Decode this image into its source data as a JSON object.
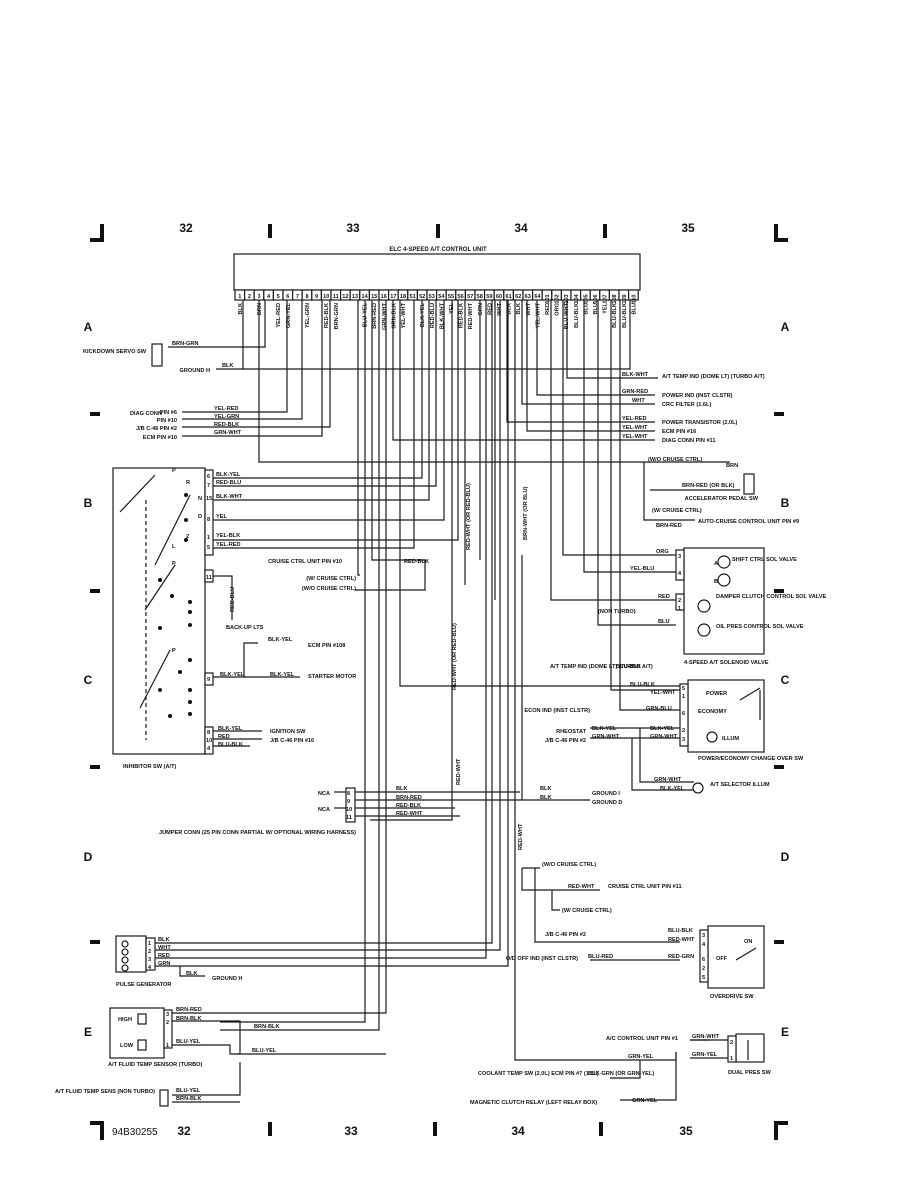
{
  "grid": {
    "columns": [
      "32",
      "33",
      "34",
      "35"
    ],
    "rows": [
      "A",
      "B",
      "C",
      "D",
      "E"
    ]
  },
  "figure_code": "94B30255",
  "control_unit": {
    "title": "ELC 4-SPEED A/T CONTROL UNIT",
    "pins": [
      "1",
      "2",
      "3",
      "4",
      "5",
      "6",
      "7",
      "8",
      "9",
      "10",
      "11",
      "12",
      "13",
      "14",
      "15",
      "16",
      "17",
      "18",
      "51",
      "52",
      "53",
      "54",
      "55",
      "56",
      "57",
      "58",
      "59",
      "60",
      "61",
      "62",
      "63",
      "64",
      "101",
      "102",
      "103",
      "104",
      "105",
      "106",
      "107",
      "108",
      "109",
      "110"
    ],
    "pin_wires": [
      "BLK",
      "",
      "BRN",
      "",
      "YEL-RED",
      "GRN-YEL",
      "",
      "YEL-GRN",
      "",
      "RED-BLK",
      "BRN-GRN",
      "",
      "",
      "BLU-YEL",
      "BRN-RED",
      "GRN-WHT",
      "GRN-BLK",
      "YEL-WHT",
      "",
      "BLK-YEL",
      "RED-BLU",
      "BLK-WHT",
      "YEL",
      "RED-BLK",
      "RED-WHT",
      "GRN",
      "RED",
      "WHT",
      "BLK",
      "BLK",
      "WHT",
      "YEL-WHT",
      "RED",
      "ORG",
      "BLU-WHT",
      "BLU-BLK",
      "BLU",
      "BLU",
      "YEL",
      "BLU-BLK",
      "BLU-BLK",
      "BLU"
    ]
  },
  "left_components": {
    "kickdown": "KICKDOWN SERVO SW",
    "kickdown_wire": "BRN-GRN",
    "ground_h": "GROUND H",
    "ground_h_wire": "BLK",
    "diag_conn": "DIAG CONN",
    "diag_pin6": "PIN #6",
    "diag_pin10": "PIN #10",
    "jb_pin2": "J/B C-46 PIN #2",
    "ecm_pin10": "ECM PIN #10",
    "diag_wires": [
      "YEL-RED",
      "YEL-GRN",
      "RED-BLK",
      "GRN-WHT"
    ]
  },
  "right_top": {
    "at_temp_ind": "A/T TEMP IND (DOME LT) (TURBO A/T)",
    "at_temp_wire": "BLK-WHT",
    "power_ind": "POWER IND (INST CLSTR)",
    "power_wire": "GRN-RED",
    "crc_filter": "CRC FILTER (1.6L)",
    "crc_wire": "WHT",
    "power_transistor": "POWER TRANSISTOR (2.0L)",
    "power_transistor_wire": "YEL-RED",
    "ecm_pin16": "ECM PIN #16",
    "ecm_pin16_wire": "YEL-WHT",
    "diag_pin11": "DIAG CONN PIN #11",
    "diag_pin11_wire": "YEL-WHT",
    "wo_cruise": "(W/O CRUISE CTRL)",
    "brn": "BRN",
    "brn_red": "BRN-RED (OR BLK)",
    "accel_sw": "ACCELERATOR PEDAL SW",
    "w_cruise": "(W/ CRUISE CTRL)",
    "auto_cruise": "AUTO-CRUISE CONTROL UNIT PIN #9",
    "auto_cruise_wire": "BRN-RED"
  },
  "inhibitor": {
    "title": "INHIBITOR SW (A/T)",
    "positions": [
      "P",
      "R",
      "N",
      "D",
      "2",
      "L"
    ],
    "pins": [
      "6",
      "7",
      "15",
      "8",
      "1",
      "5",
      "11",
      "9",
      "8",
      "10",
      "4"
    ],
    "wires": [
      "BLK-YEL",
      "RED-BLU",
      "BLK-WHT",
      "YEL",
      "YEL-BLK",
      "YEL-RED"
    ],
    "backup_lts": "BACK-UP LTS",
    "backup_wire": "RED-BLU",
    "ecm_pin108": "ECM PIN #108",
    "blk_yel": "BLK-YEL",
    "starter": "STARTER MOTOR",
    "ignition_sw": "IGNITION SW",
    "jb_pin16": "J/B C-46 PIN #16",
    "ign_wires": [
      "BLK-YEL",
      "RED",
      "BLU-BLK"
    ]
  },
  "cruise_block": {
    "cruise_unit": "CRUISE CTRL UNIT PIN #10",
    "w_cruise": "(W/ CRUISE CTRL)",
    "wo_cruise": "(W/O CRUISE CTRL)",
    "wire": "RED-BLK"
  },
  "vertical_labels": {
    "red_wht_or_red_blu": "RED-WHT (OR RED-BLU)",
    "brn_wht_or_blu": "BRN-WHT (OR BLU)",
    "red_wht_or_red_blu_2": "RED-WHT (OR RED-BLU)",
    "red_wht_a": "RED-WHT",
    "red_wht_b": "RED-WHT"
  },
  "solenoid": {
    "title": "4-SPEED A/T SOLENOID VALVE",
    "shift": "SHIFT CTRL SOL VALVE",
    "damper": "DAMPER CLUTCH CONTROL SOL VALVE",
    "oil": "OIL PRES CONTROL SOL VALVE",
    "non_turbo": "(NON TURBO)",
    "wires": [
      "ORG",
      "YEL-BLU",
      "RED",
      "BLU"
    ],
    "pins": [
      "3",
      "4",
      "2",
      "1"
    ],
    "a": "A",
    "b": "B"
  },
  "power_economy": {
    "title": "POWER/ECONOMY CHANGE OVER SW",
    "power": "POWER",
    "economy": "ECONOMY",
    "illum": "ILLUM",
    "at_temp_ind": "A/T TEMP IND (DOME LT) (TURBO A/T)",
    "at_temp_wire": "BLU-BLK",
    "econ_ind": "ECON IND (INST CLSTR)",
    "econ_wire": "GRN-BLU",
    "rheostat": "RHEOSTAT",
    "rheostat_wire": "BLK-YEL",
    "jb_pin2": "J/B C-46 PIN #2",
    "jb_wire": "GRN-WHT",
    "pins": [
      "5",
      "1",
      "6",
      "2",
      "3"
    ],
    "wires": [
      "BLU-BLK",
      "YEL-WHT",
      "GRN-BLU",
      "BLK-YEL",
      "GRN-WHT"
    ],
    "selector": "A/T SELECTOR ILLUM",
    "selector_wires": [
      "GRN-WHT",
      "BLK-YEL"
    ]
  },
  "jumper": {
    "title": "JUMPER CONN (25 PIN CONN PARTIAL W/ OPTIONAL WIRING HARNESS)",
    "nca": "NCA",
    "pins": [
      "8",
      "9",
      "10",
      "11"
    ],
    "wires": [
      "BLK",
      "BRN-RED",
      "RED-BLK",
      "RED-WHT"
    ],
    "ground_i": "GROUND I",
    "ground_d": "GROUND D",
    "gnd_wire": "BLK"
  },
  "cruise_lower": {
    "wo_cruise": "(W/O CRUISE CTRL)",
    "cruise_unit": "CRUISE CTRL UNIT PIN #11",
    "wire": "RED-WHT",
    "w_cruise": "(W/ CRUISE CTRL)"
  },
  "pulse": {
    "title": "PULSE GENERATOR",
    "pins": [
      "1",
      "2",
      "3",
      "4"
    ],
    "wires": [
      "BLK",
      "WHT",
      "RED",
      "GRN"
    ],
    "ground": "GROUND H",
    "gnd_wire": "BLK"
  },
  "overdrive": {
    "title": "OVERDRIVE SW",
    "on": "ON",
    "off": "OFF",
    "jb_pin2": "J/B C-46 PIN #2",
    "od_ind": "O/D OFF IND (INST CLSTR)",
    "wires": [
      "BLU-BLK",
      "RED-WHT",
      "BLU-RED",
      "RED-GRN"
    ],
    "pins": [
      "3",
      "4",
      "6",
      "2",
      "5"
    ]
  },
  "fluid_temp": {
    "turbo": "A/T FLUID TEMP SENSOR (TURBO)",
    "high": "HIGH",
    "low": "LOW",
    "pins": [
      "3",
      "2",
      "1"
    ],
    "wires": [
      "BRN-RED",
      "BRN-BLK",
      "BLU-YEL"
    ],
    "brn_blk": "BRN-BLK",
    "blu_yel": "BLU-YEL",
    "non_turbo": "A/T FLUID TEMP SENS (NON TURBO)",
    "nt_wires": [
      "BLU-YEL",
      "BRN-BLK"
    ]
  },
  "dual_pres": {
    "title": "DUAL PRES SW",
    "ac_unit": "A/C CONTROL UNIT PIN #1",
    "ac_wire": "GRN-WHT",
    "grn_yel": "GRN-YEL",
    "coolant": "COOLANT TEMP SW (2.0L) ECM PIN #7 (1.6L)",
    "coolant_wire": "BLK-GRN (OR GRN-YEL)",
    "magnetic": "MAGNETIC CLUTCH RELAY (LEFT RELAY BOX)",
    "magnetic_wire": "GRN-YEL",
    "pins": [
      "2",
      "1"
    ]
  }
}
